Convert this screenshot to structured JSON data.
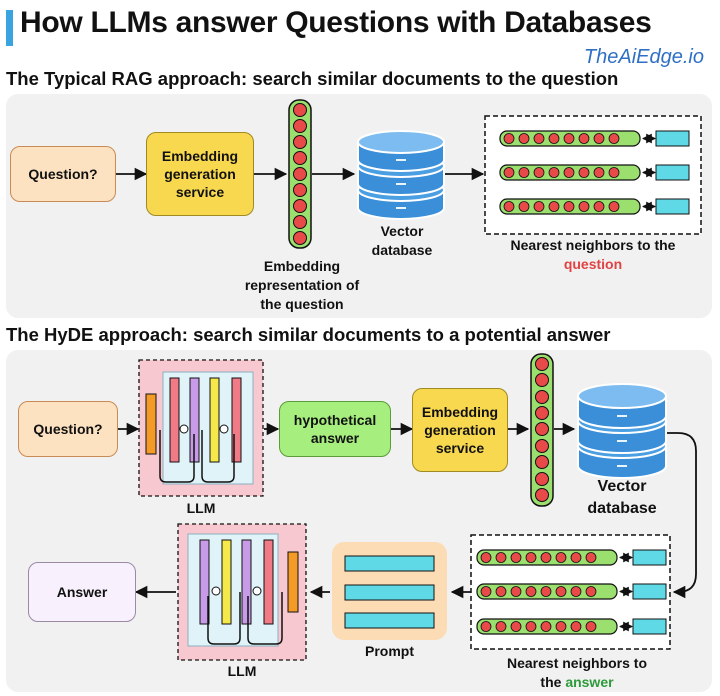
{
  "title": "How LLMs answer Questions with Databases",
  "brand": "TheAiEdge.io",
  "rag": {
    "section_title": "The Typical RAG approach: search similar documents to the question",
    "question": "Question?",
    "embedding_service": "Embedding generation service",
    "embedding_label": "Embedding representation of the question",
    "vector_db_label": "Vector database",
    "neighbors_label": "Nearest neighbors to the",
    "neighbors_highlight": "question"
  },
  "hyde": {
    "section_title": "The HyDE approach: search similar documents to a potential answer",
    "question": "Question?",
    "llm_label": "LLM",
    "hypothetical": "hypothetical answer",
    "embedding_service": "Embedding generation service",
    "vector_db_label": "Vector database",
    "neighbors_label": "Nearest neighbors to",
    "neighbors_label_prefix": "the",
    "neighbors_highlight": "answer",
    "prompt_label": "Prompt",
    "llm2_label": "LLM",
    "answer": "Answer"
  },
  "colors": {
    "title_accent": "#3ba3e0",
    "brand": "#2f6fc4",
    "question_fill": "#fde2c2",
    "embedding_fill": "#f8d84f",
    "hypothetical_fill": "#a6ee7e",
    "vector_db": "#3a8fd8",
    "embedding_dot": "#e84a4a",
    "embedding_bar": "#9be06f",
    "doc_box": "#5fd9e6",
    "llm_frame": "#f8c8d0",
    "prompt_frame": "#fcdcb5",
    "highlight_red": "#e04343",
    "highlight_green": "#2e9a3a"
  },
  "icons": {
    "database": "database-cylinder-icon",
    "embedding": "embedding-vector-icon",
    "llm": "transformer-layers-icon",
    "documents": "document-row-icon"
  }
}
